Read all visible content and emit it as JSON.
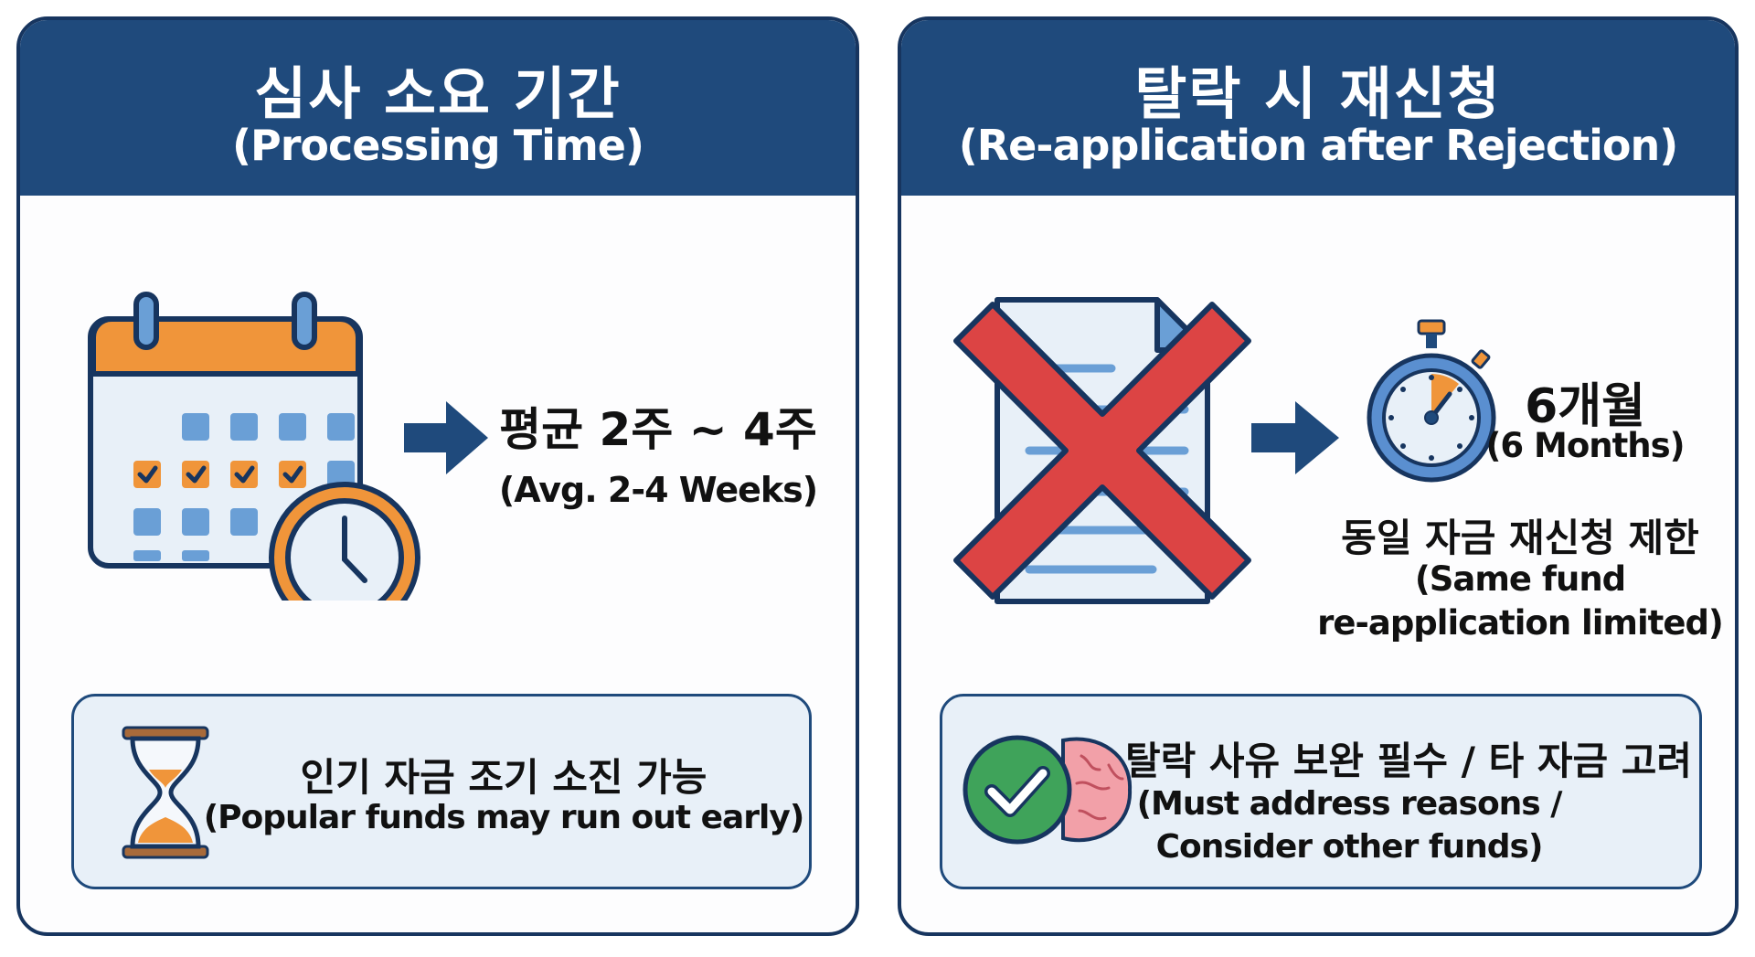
{
  "left_panel": {
    "title_ko": "심사 소요 기간",
    "title_en": "(Processing Time)",
    "main_ko": "평균 2주 ~ 4주",
    "main_en": "(Avg. 2-4 Weeks)",
    "note_ko": "인기 자금 조기 소진 가능",
    "note_en": "(Popular funds may run out early)"
  },
  "right_panel": {
    "title_ko": "탈락 시 재신청",
    "title_en": "(Re-application after Rejection)",
    "period_ko": "6개월",
    "period_en": "(6 Months)",
    "limit_ko": "동일 자금 재신청 제한",
    "limit_en_1": "(Same fund",
    "limit_en_2": "re-application limited)",
    "note_ko": "탈락 사유 보완 필수 / 타 자금 고려",
    "note_en_1": "(Must address reasons /",
    "note_en_2": "Consider other funds)"
  },
  "colors": {
    "navy": "#1f4a7c",
    "orange": "#f0953a",
    "red": "#dc4444",
    "green": "#3fa35a",
    "light": "#e8f0f8"
  }
}
